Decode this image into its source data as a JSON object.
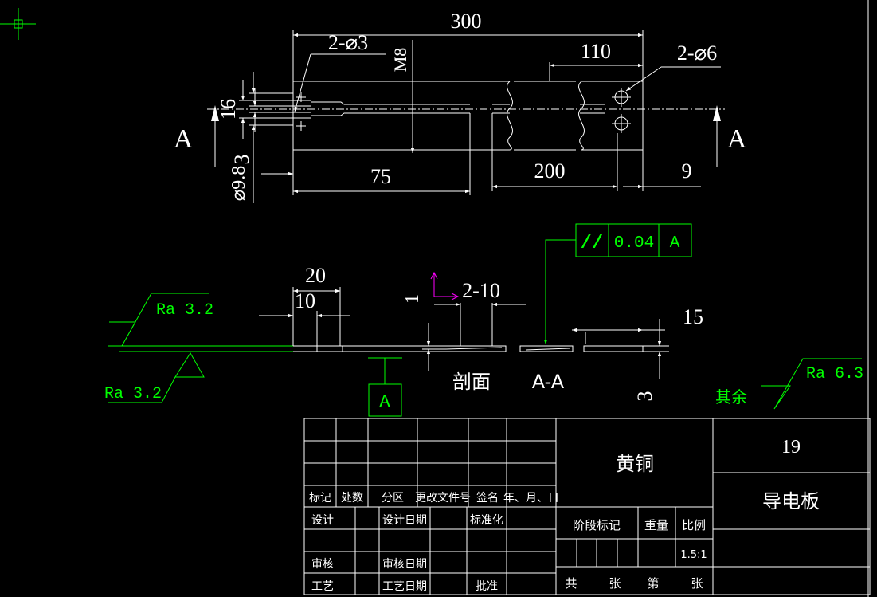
{
  "colors": {
    "background": "#000000",
    "lines": "#ffffff",
    "annotation": "#00ff00",
    "ucs": "#ff00ff"
  },
  "top_view": {
    "dim_300": "300",
    "dim_110": "110",
    "dim_2x6": "2-⌀6",
    "dim_2x3": "2-⌀3",
    "dim_M8": "M8",
    "dim_16": "16",
    "dim_3": "3",
    "dim_d98": "⌀9.8",
    "dim_75": "75",
    "dim_200": "200",
    "dim_9": "9",
    "section_left": "A",
    "section_right": "A"
  },
  "section_view": {
    "dim_20": "20",
    "dim_10": "10",
    "dim_2x10": "2-10",
    "dim_1": "1",
    "dim_15": "15",
    "dim_3": "3",
    "title_prefix": "剖面",
    "title_name": "A-A",
    "ra_top": "Ra 3.2",
    "ra_bottom": "Ra 3.2",
    "ra_rest_value": "Ra 6.3",
    "ra_rest_label": "其余",
    "tolerance_symbol": "//",
    "tolerance_value": "0.04",
    "tolerance_datum": "A",
    "datum_label": "A"
  },
  "title_block": {
    "material": "黄铜",
    "drawing_number": "19",
    "part_name": "导电板",
    "rev_headers": [
      "标记",
      "处数",
      "分区",
      "更改文件号",
      "签名",
      "年、月、日"
    ],
    "design": "设计",
    "design_date": "设计日期",
    "standardize": "标准化",
    "check": "审核",
    "check_date": "审核日期",
    "process": "工艺",
    "process_date": "工艺日期",
    "approve": "批准",
    "stage_mark": "阶段标记",
    "weight": "重量",
    "scale_label": "比例",
    "scale_value": "1.5:1",
    "total": "共",
    "sheets": "张",
    "sheet_no": "第",
    "sheets2": "张"
  }
}
